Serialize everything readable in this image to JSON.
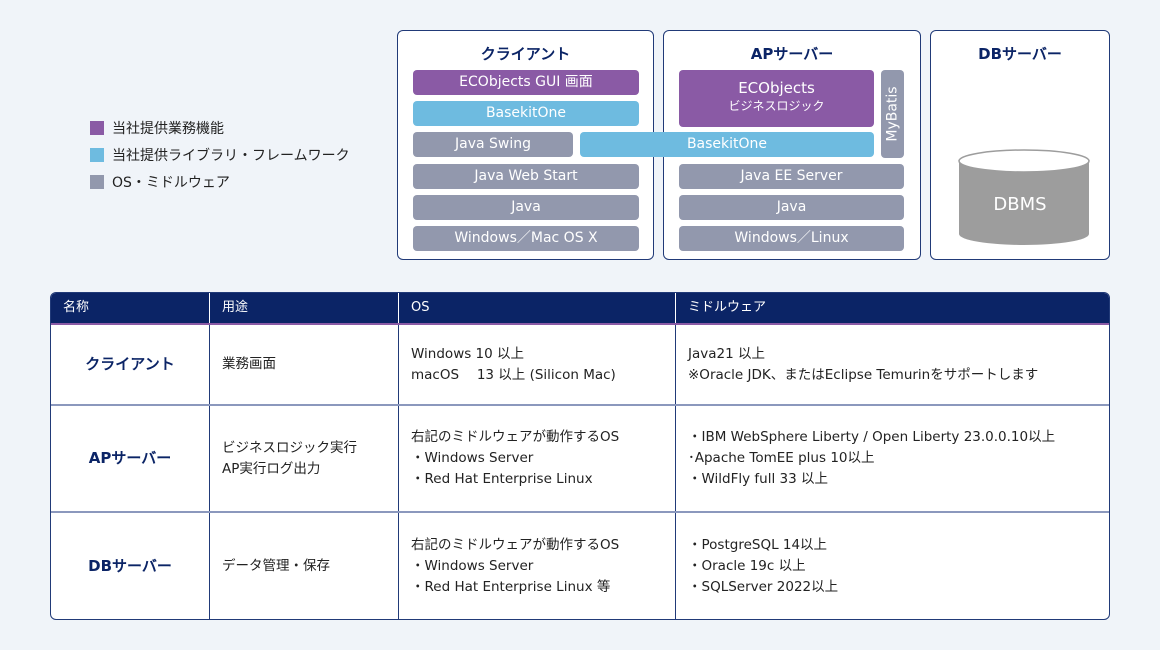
{
  "colors": {
    "business": "#8a5aa5",
    "library": "#6ebbe0",
    "os_middleware": "#9298ad",
    "navy": "#0b2466",
    "dbms": "#9d9d9d"
  },
  "legend": [
    {
      "label": "当社提供業務機能",
      "color": "#8a5aa5"
    },
    {
      "label": "当社提供ライブラリ・フレームワーク",
      "color": "#6ebbe0"
    },
    {
      "label": "OS・ミドルウェア",
      "color": "#9298ad"
    }
  ],
  "diagram": {
    "client": {
      "title": "クライアント",
      "blocks": [
        "ECObjects GUI 画面",
        "BasekitOne",
        "Java Swing",
        "Java Web Start",
        "Java",
        "Windows／Mac OS X"
      ]
    },
    "shared_bar": "BasekitOne",
    "ap": {
      "title": "APサーバー",
      "ecobjects_line1": "ECObjects",
      "ecobjects_line2": "ビジネスロジック",
      "mybatis": "MyBatis",
      "blocks": [
        "Java EE Server",
        "Java",
        "Windows／Linux"
      ]
    },
    "db": {
      "title": "DBサーバー",
      "dbms": "DBMS"
    }
  },
  "table": {
    "headers": [
      "名称",
      "用途",
      "OS",
      "ミドルウェア"
    ],
    "rows": [
      {
        "name": "クライアント",
        "usage": [
          "業務画面"
        ],
        "os": [
          "Windows 10 以上",
          "macOS　 13 以上 (Silicon Mac)"
        ],
        "middleware": [
          "Java21 以上",
          "※Oracle JDK、またはEclipse Temurinをサポートします"
        ]
      },
      {
        "name": "APサーバー",
        "usage": [
          "ビジネスロジック実行",
          "AP実行ログ出力"
        ],
        "os": [
          "右記のミドルウェアが動作するOS",
          "・Windows Server",
          "・Red Hat Enterprise Linux"
        ],
        "middleware": [
          "・IBM WebSphere Liberty / Open Liberty 23.0.0.10以上",
          "･Apache TomEE plus 10以上",
          "・WildFly full 33 以上"
        ]
      },
      {
        "name": "DBサーバー",
        "usage": [
          "データ管理・保存"
        ],
        "os": [
          "右記のミドルウェアが動作するOS",
          "・Windows Server",
          "・Red Hat Enterprise Linux 等"
        ],
        "middleware": [
          "・PostgreSQL 14以上",
          "・Oracle 19c 以上",
          "・SQLServer 2022以上"
        ]
      }
    ]
  }
}
